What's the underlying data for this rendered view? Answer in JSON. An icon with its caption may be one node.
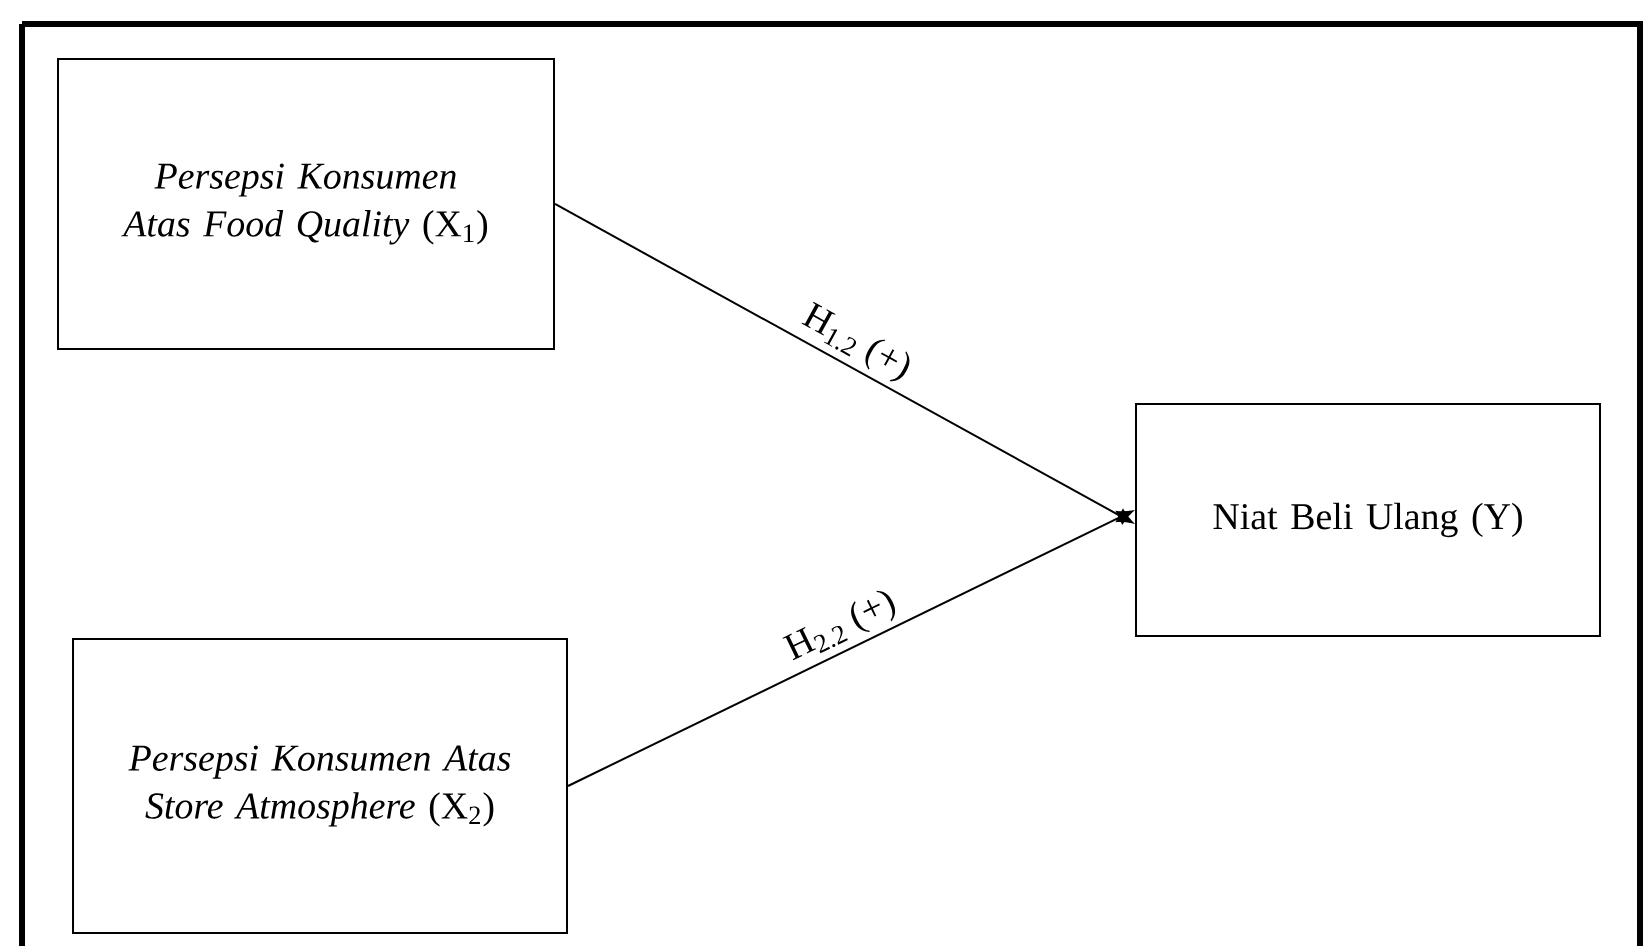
{
  "diagram": {
    "nodes": [
      {
        "text": [
          "*Persepsi Konsumen Atas Food Quality* (X$_{1}$)"
        ]
      },
      {
        "text": [
          "*Persepsi Konsumen Atas Store Atmosphere* (X$_{2}$)"
        ]
      },
      {
        "text": [
          "Niat Beli Ulang (Y)"
        ]
      }
    ],
    "edges": [
      {
        "from": 0,
        "to": 2,
        "arrow": "to",
        "label": "H$_{1.2}$ (+)"
      },
      {
        "from": 1,
        "to": 2,
        "arrow": "to",
        "label": "H$_{2.2}$ (+)"
      }
    ]
  }
}
